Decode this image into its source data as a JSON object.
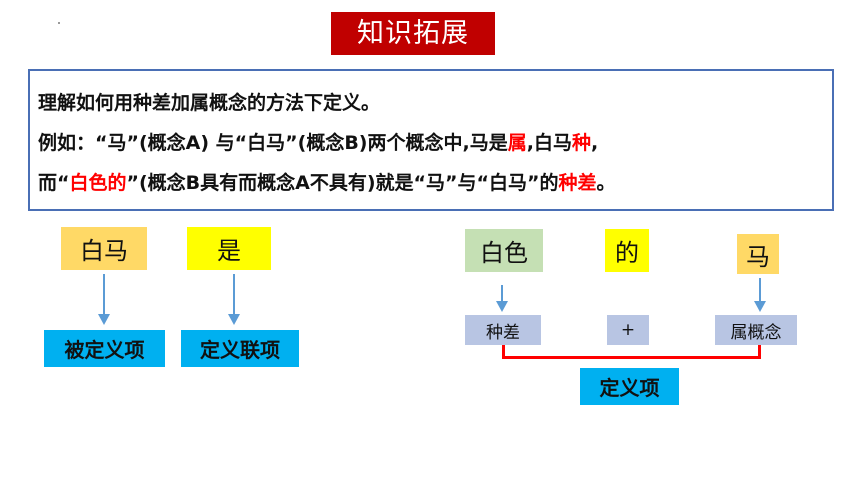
{
  "header": {
    "title": "知识拓展"
  },
  "panel": {
    "line1": "理解如何用种差加属概念的方法下定义。",
    "line2": {
      "part1": "例如：“马”(概念A) 与“白马”(概念B)两个概念中,马是",
      "red1": "属",
      "part2": ",白马",
      "red2": "种",
      "part3": ","
    },
    "line3": {
      "part1": "而“",
      "red1": "白色的",
      "part2": "”(概念B具有而概念A不具有)就是“马”与“白马”的",
      "red2": "种差",
      "part3": "。"
    }
  },
  "left_diagram": {
    "term1": "白马",
    "term2": "是",
    "def1": "被定义项",
    "def2": "定义联项"
  },
  "right_diagram": {
    "word1": "白色",
    "word2": "的",
    "word3": "马",
    "part1": "种差",
    "plus": "+",
    "part2": "属概念",
    "result": "定义项"
  },
  "colors": {
    "title_bg": "#c00000",
    "panel_border": "#4a6fb5",
    "highlight_red": "#ff0000",
    "orange_box": "#ffd966",
    "yellow_box": "#ffff00",
    "green_box": "#c5e0b4",
    "cyan_box": "#00b0f0",
    "lavender_box": "#b8c5e3",
    "arrow_blue": "#5b9bd5",
    "bracket_red": "#ff0000"
  }
}
